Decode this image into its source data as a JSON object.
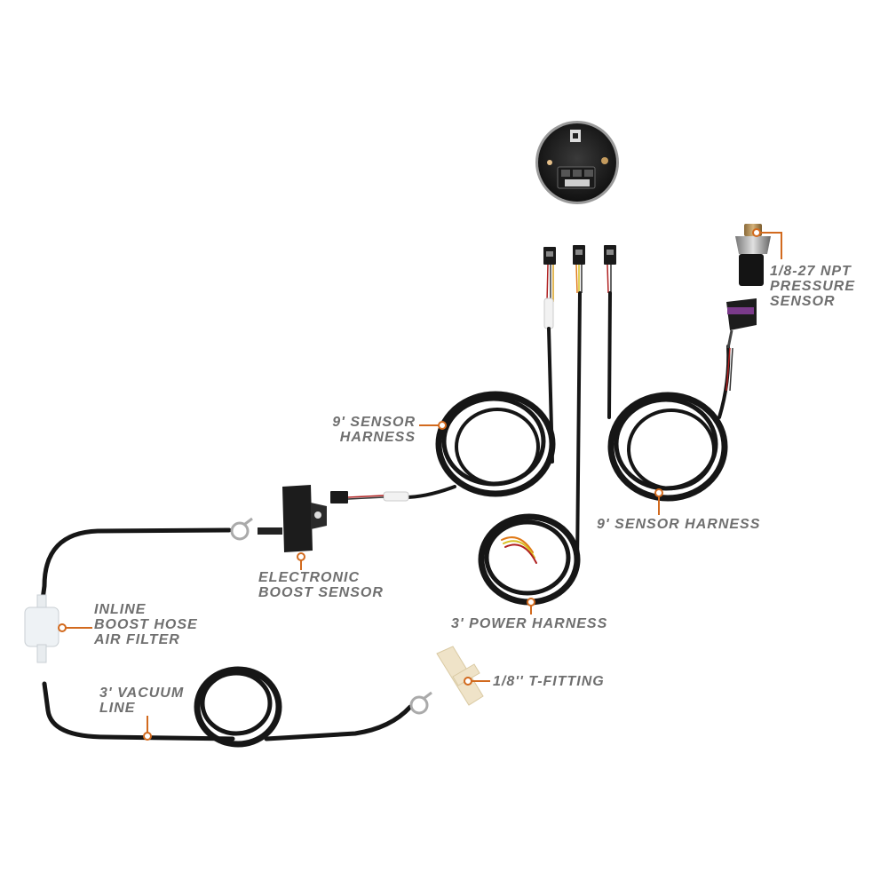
{
  "labels": {
    "npt_sensor": [
      "1/8-27 NPT",
      "PRESSURE",
      "SENSOR"
    ],
    "sensor_harness_left": [
      "9' SENSOR",
      "HARNESS"
    ],
    "sensor_harness_right": [
      "9' SENSOR HARNESS"
    ],
    "electronic_boost_sensor": [
      "ELECTRONIC",
      "BOOST SENSOR"
    ],
    "power_harness": [
      "3' POWER HARNESS"
    ],
    "air_filter": [
      "INLINE",
      "BOOST HOSE",
      "AIR FILTER"
    ],
    "t_fitting": [
      "1/8'' T-FITTING"
    ],
    "vacuum_line": [
      "3' VACUUM",
      "LINE"
    ]
  },
  "colors": {
    "label_text": "#6f6f6f",
    "leader_line": "#d26a1e",
    "cable": "#161616",
    "background": "#ffffff"
  }
}
